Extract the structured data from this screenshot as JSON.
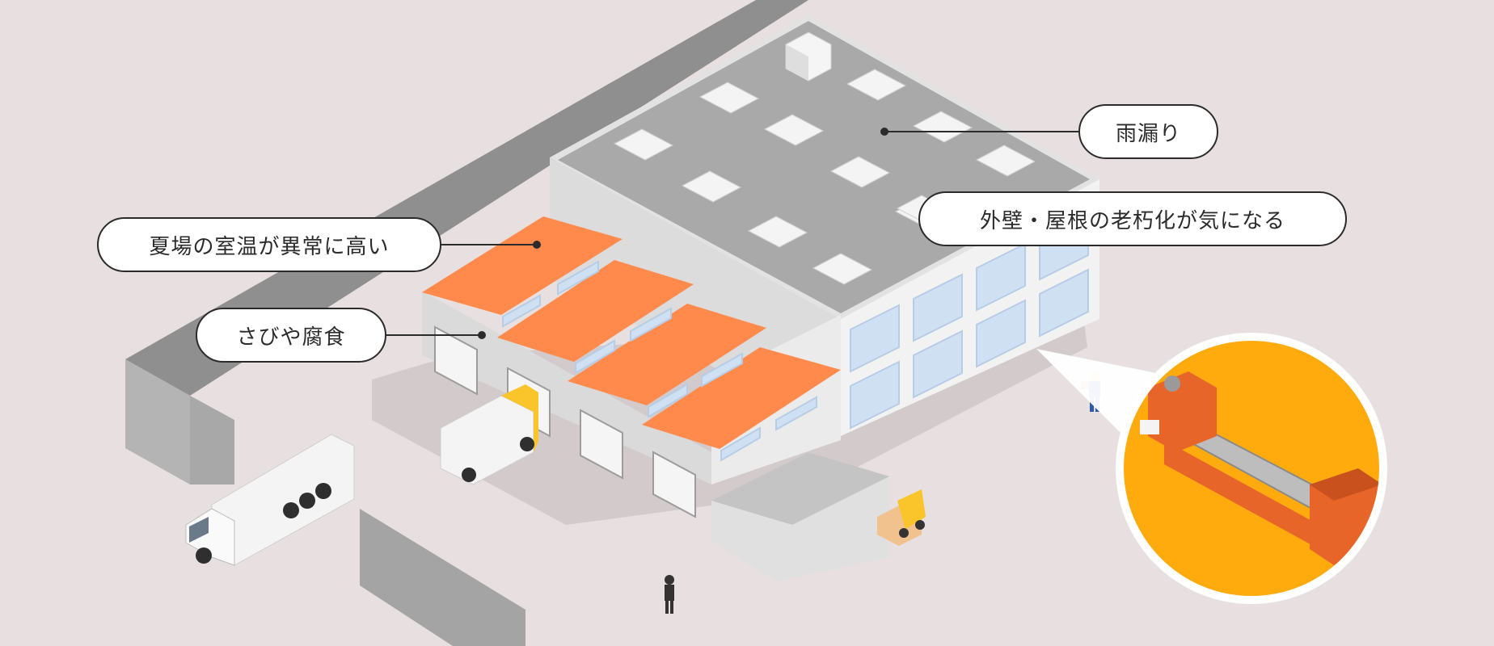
{
  "callouts": {
    "leak": "雨漏り",
    "aging": "外壁・屋根の老朽化が気になる",
    "heat": "夏場の室温が異常に高い",
    "rust": "さびや腐食"
  },
  "colors": {
    "background": "#e7dfe0",
    "roof_orange": "#ff8a4c",
    "zoom_orange": "#ffab0d",
    "roof_gray": "#a9a9aa",
    "leader": "#2b2b2b"
  }
}
